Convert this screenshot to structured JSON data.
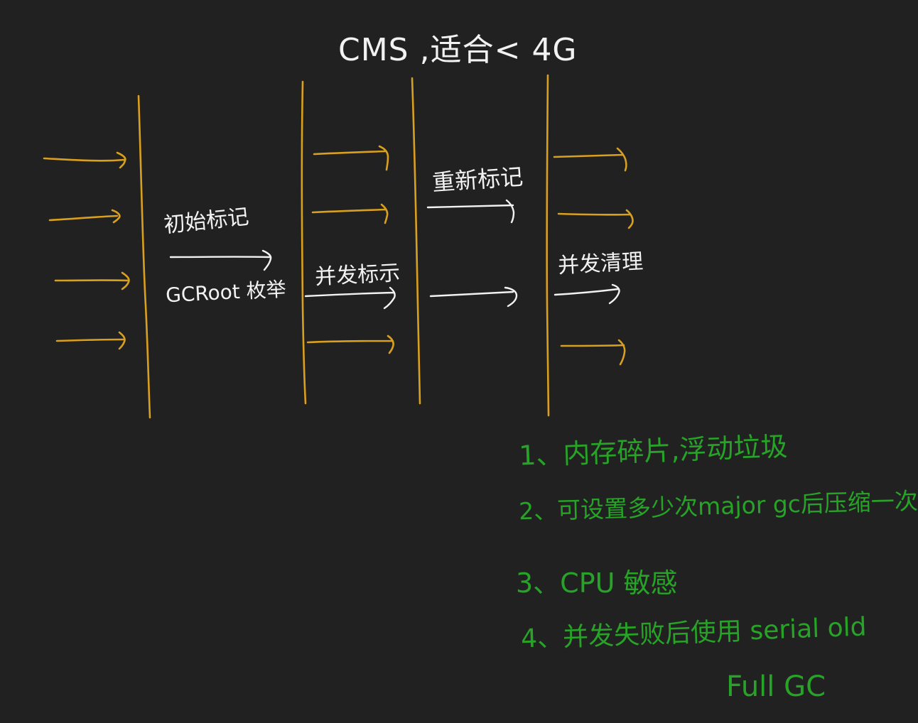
{
  "title": "CMS ,适合< 4G",
  "phases": {
    "initial_mark": {
      "line1": "初始标记",
      "line2": "GCRoot 枚举"
    },
    "concurrent_mark": "并发标示",
    "remark": "重新标记",
    "concurrent_sweep": "并发清理"
  },
  "notes": [
    "1、内存碎片,浮动垃圾",
    "2、可设置多少次major gc后压缩一次",
    "3、CPU 敏感",
    "4、并发失败后使用 serial old",
    "Full GC"
  ],
  "colors": {
    "background": "#212121",
    "timeline": "#d9a020",
    "handwriting": "#f2f2f2",
    "notes": "#27a327"
  }
}
